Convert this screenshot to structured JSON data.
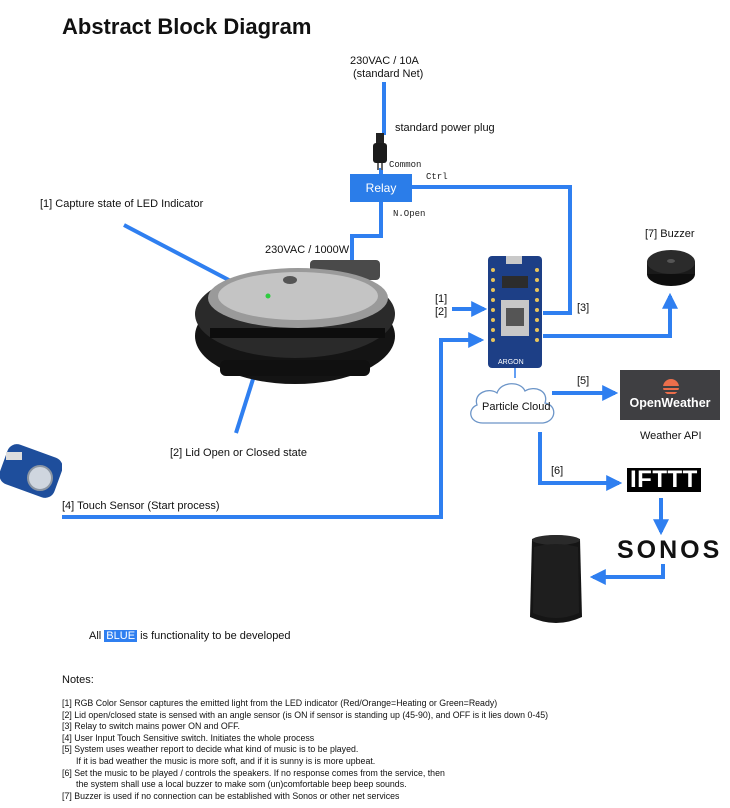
{
  "title": "Abstract Block Diagram",
  "power": {
    "line1": "230VAC / 10A",
    "line2": "(standard Net)"
  },
  "plug_label": "standard power plug",
  "relay": {
    "label": "Relay",
    "common": "Common",
    "ctrl": "Ctrl",
    "nopen": "N.Open"
  },
  "waffle_power": "230VAC / 1000W",
  "callouts": {
    "capture": "[1] Capture state of LED Indicator",
    "lid": "[2] Lid Open or Closed state",
    "touch": "[4] Touch Sensor (Start process)"
  },
  "argon_inputs": {
    "i1": "[1]",
    "i2": "[2]",
    "i3": "[3]"
  },
  "argon_label": "ARGON",
  "buzzer_label": "[7] Buzzer",
  "cloud_label": "Particle Cloud",
  "arrow_labels": {
    "a5": "[5]",
    "a6": "[6]"
  },
  "openweather": {
    "logo_text": "OpenWeather",
    "caption": "Weather API"
  },
  "ifttt_text": "IFTTT",
  "sonos_text": "SONOS",
  "legend": {
    "pre": "All",
    "highlight": "BLUE",
    "post": "is functionality to be developed"
  },
  "notes_title": "Notes:",
  "notes": [
    "[1] RGB Color Sensor captures the emitted light from the LED indicator (Red/Orange=Heating or Green=Ready)",
    "[2] Lid open/closed state is sensed with an angle sensor (is ON if sensor is standing up (45-90), and OFF is it lies down 0-45)",
    "[3] Relay to switch mains power ON and OFF.",
    "[4] User Input Touch Sensitive switch. Initiates the whole process",
    "[5] System uses weather report to decide what kind of music is to be played.",
    "If it is bad weather the music is more soft, and if it is sunny is is more upbeat.",
    "[6] Set the music to be played / controls the speakers. If no response comes from the service, then",
    "the system shall use a local buzzer to make som (un)comfortable beep beep sounds.",
    "[7] Buzzer is used if no connection can be established with Sonos or other net services"
  ],
  "colors": {
    "arrow": "#2f7ff0",
    "relay": "#2b7de9"
  }
}
